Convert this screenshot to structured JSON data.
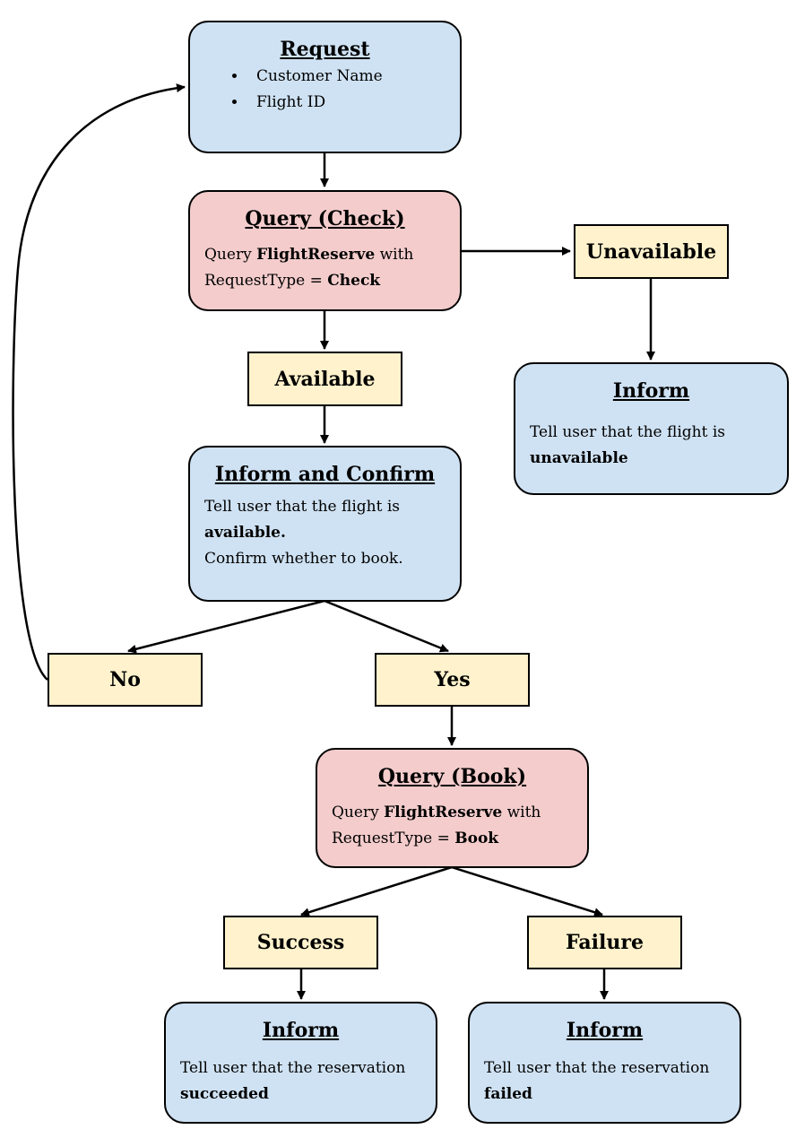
{
  "request": {
    "title": "Request",
    "items": [
      "Customer Name",
      "Flight ID"
    ]
  },
  "query_check": {
    "title": "Query (Check)",
    "line1_prefix": "Query ",
    "line1_bold": "FlightReserve",
    "line1_suffix": " with",
    "line2_prefix": "RequestType = ",
    "line2_bold": "Check"
  },
  "unavailable": {
    "label": "Unavailable"
  },
  "available": {
    "label": "Available"
  },
  "inform_unavailable": {
    "title": "Inform",
    "text": "Tell user that the flight is",
    "bold": "unavailable"
  },
  "inform_confirm": {
    "title": "Inform and Confirm",
    "text": "Tell user that the flight is",
    "bold": "available.",
    "text2": "Confirm whether to book."
  },
  "no": {
    "label": "No"
  },
  "yes": {
    "label": "Yes"
  },
  "query_book": {
    "title": "Query (Book)",
    "line1_prefix": "Query ",
    "line1_bold": "FlightReserve",
    "line1_suffix": " with",
    "line2_prefix": "RequestType = ",
    "line2_bold": "Book"
  },
  "success": {
    "label": "Success"
  },
  "failure": {
    "label": "Failure"
  },
  "inform_success": {
    "title": "Inform",
    "text": "Tell user that the reservation",
    "bold": "succeeded"
  },
  "inform_failure": {
    "title": "Inform",
    "text": "Tell user that the reservation",
    "bold": "failed"
  }
}
